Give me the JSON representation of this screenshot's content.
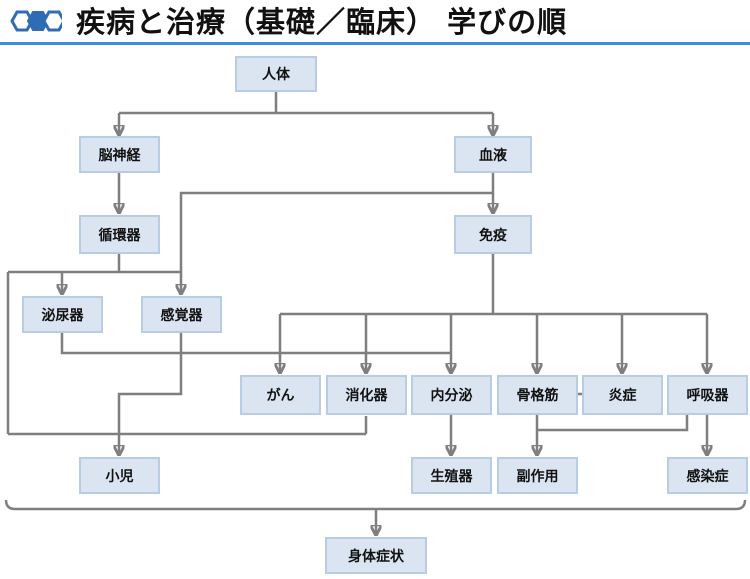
{
  "title": "疾病と治療（基礎／臨床） 学びの順",
  "colors": {
    "accent": "#3a8fd8",
    "node_fill": "#dbe5f1",
    "node_border": "#b8cce4",
    "connector": "#7f7f7f"
  },
  "nodes": {
    "human_body": "人体",
    "brain_nerves": "脳神経",
    "blood": "血液",
    "circulatory": "循環器",
    "immunity": "免疫",
    "urinary": "泌尿器",
    "sensory": "感覚器",
    "cancer": "がん",
    "digestive": "消化器",
    "endocrine": "内分泌",
    "musculoskeletal": "骨格筋",
    "inflammation": "炎症",
    "respiratory": "呼吸器",
    "pediatrics": "小児",
    "reproductive": "生殖器",
    "side_effects": "副作用",
    "infection": "感染症",
    "symptoms": "身体症状"
  }
}
